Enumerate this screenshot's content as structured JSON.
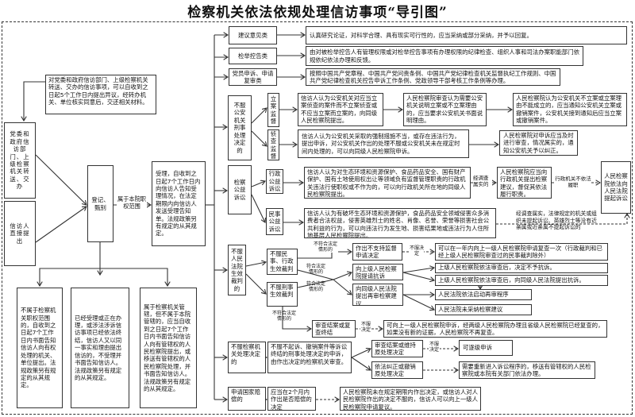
{
  "title": "检察机关依法依规处理信访事项“导引图”",
  "nodes": {
    "transfer_note": "对党委和政府信访部门、上级检察机关转送、交办的信访事项，可以自收到之日起5个工作日内提出异议，经转办机关、单位核实同意后，交还相关材料。",
    "source_transfer": "党委和政府信访部门、上级检察机关转送、交办",
    "source_direct": "信访人直接提出",
    "register": "登记、甄别",
    "accept": "受理，自收到之日起7个工作日内向信访人告知受理情况，在法定期限内向信访人发送受理告知单。法规政策另有规定的从其规定。",
    "out_scope": "不属于检察机关职权范围的，自收到之日起7个工作日内书面告知信访人向有权处理的机关、单位提出。法规政策另有规定的从其规定。",
    "not_accept": "已经受理或正在办理，或涉法涉诉信访事项已经依法终结，信访人又以同一事实和理由提出信访的，不受理并书面告知信访人。法规政策另有规定的从其规定。",
    "other_court": "属于检察机关管辖，但不属于本院管辖的，应当自收到之日起7个工作日内书面告知信访人向有管辖权的人民检察院提出，或移送有管辖权的人民检察院处理，并书面告知信访人。法规政策另有规定的从其规定。",
    "suggest": "建议意见类",
    "suggest_text": "认真研究论证，对科学合理、具有现实可行性的，应当采纳或部分采纳，并予以回复。",
    "report": "检举控告类",
    "report_text": "由对被检举控告人有管理权限或对检举控告事项有办理权限的纪律检查、组织人事和司法办案职能部门依规依纪依法办理和反馈。",
    "party": "党员申诉、申请复审类",
    "party_text": "按照中国共产党章程、中国共产党问责条例、中国共产党纪律检查机关监督执纪工作规则、中国共产党纪律检查机关控告申诉工作条例、党政领导干部考核工作条例等办理。",
    "police": "不服公安机关刑事处理决定的",
    "filing": "立案监督",
    "filing_1": "信访人认为公安机关对应当立案侦查的案件而不立案侦查或不应当立案而立案的，向同级人民检察院提出。",
    "filing_2": "人民检察院审查认为需要公安机关说明立案或不立案理由的，应当要求公安机关书面说明理由。",
    "filing_3": "人民检察院认为公安机关不立案或立案理由不能成立的，应当通知公安机关立案或撤销案件，公安机关接到通知后应当立案或撤销案件。",
    "investigation": "侦查监督",
    "invest_1": "信访人认为公安机关采取的强制措施不当，或存在违法行为，提出申诉，对公安机关作出的处理不服或公安机关未在规定时间内处理的，可以向同级人民检察院申诉。",
    "invest_2": "人民检察院对申诉应当及时进行审查，情况属实的，通知公安机关予以纠正。",
    "public": "检察公益诉讼",
    "admin_public": "行政公益诉讼",
    "admin_text": "信访人认为对生态环境和资源保护、食品药品安全、国有财产保护、国有土地使用权出让等领域负有监督管理职责的行政机关违法行使职权或不作为的，可以向行政机关所在地的同级人民检察院提出。",
    "admin_suggest": "人民检察院应当向行政机关提出检察建议，督促其依法履行职责。",
    "sue": "人民检察院依法向人民法院提起诉讼",
    "civil_public": "民事公益诉讼",
    "civil_text": "信访人认为有破坏生态环境和资源保护，食品药品安全领域侵害众多消费者合法权益，侵害英雄烈士的姓名、肖像、名誉、荣誉等损害社会公共利益的行为，可以向违法行为发生地、损害结果地或违法行为人住所地基层人民检察院提出。",
    "court": "不服人民法院生效裁判的",
    "civil_admin_judgment": "不服民事、行政生效裁判",
    "criminal_judgment": "不服刑事生效裁判",
    "not_support": "作出不支持监督申请决定",
    "protest_up": "向上级人民检察院提请抗诉",
    "retrial_suggest": "向同级人民法院提出再审检察建议",
    "review_once": "可以在一年内向上一级人民检察院申请复查一次（行政裁判和已经上级人民检察院审查过的民事裁判除外）",
    "no_protest": "上级人民检察院依法审查后，决定不予抗诉。",
    "protest": "上级人民检察院依法审查后，向同级人民法院提出抗诉。",
    "retrial": "人民法院依法启动再审程序",
    "rejected": "人民法院未采纳检察建议",
    "concluded": "审查结案或复查终结",
    "appeal_up": "可向上一级人民检察院申诉，经两级人民检察院办理且省级人民检察院已经复查的，如果没有新的证据，人民检察院不再复查。",
    "procur": "不服检察机关处理决定的",
    "procur_text": "不服不起诉、撤销案件等诉讼终结的刑事处理决定的申诉，由作出决定的检察机关审查。",
    "maintain": "审查结案或维持原处理决定",
    "level_appeal": "可逐级申诉",
    "correct": "依法纠正或撤销原处理决定",
    "transfer_court": "需要重新进入诉讼程序的，移送有管辖权的人民检察院或本院有关部门依法办理。",
    "comp": "申请国家赔偿的",
    "comp_text": "应当在2个月内作出是否赔偿的决定",
    "comp_review": "人民检察院未在规定期限内作出决定，或信访人对人民检察院作出的决定不服的，信访人可以向上一级人民检察院申请复议。"
  },
  "labels": {
    "in_scope": "属于本院职权范围",
    "verified": "经调查属实的",
    "not_perform": "行政机关不依法履职",
    "civil_cond": "经调查属实，法律规定的机关或组织未提起诉讼、英雄烈士等没有近亲属或近亲属不提起诉讼的",
    "not_legal_1": "不符合法定情形的",
    "legal_1": "符合法定情形的",
    "legal_2": "符合法定情形的",
    "not_legal_2": "不符合法定情形的",
    "disagree_1": "不服决定",
    "disagree_2": "不服决定",
    "disagree_3": "不服决定"
  }
}
